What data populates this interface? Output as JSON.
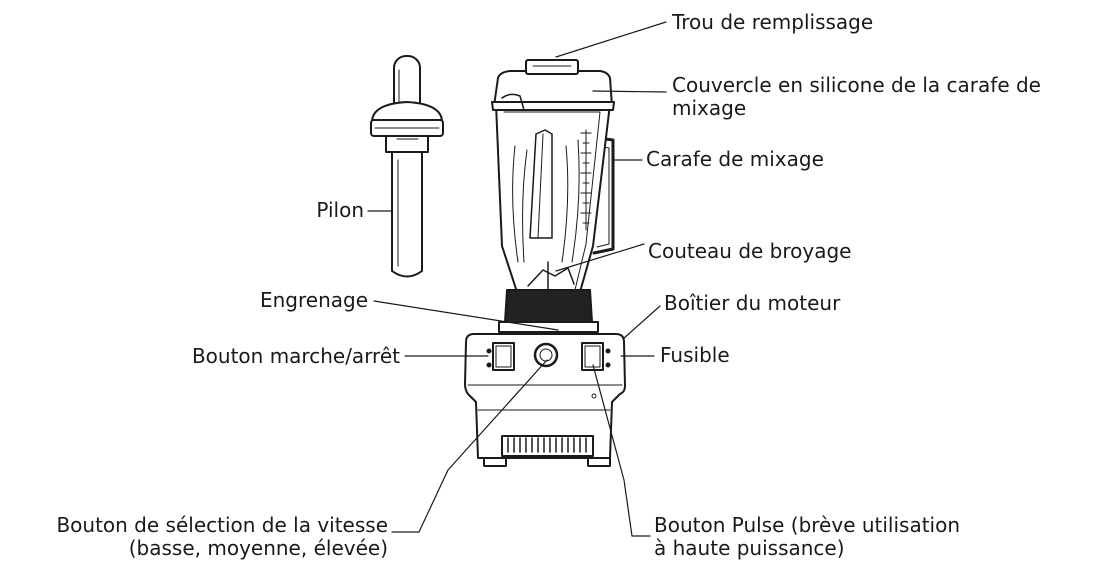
{
  "labels": {
    "fill_hole": "Trou de remplissage",
    "lid_line1": "Couvercle en silicone de la carafe de",
    "lid_line2": "mixage",
    "jar": "Carafe de mixage",
    "blade": "Couteau de broyage",
    "motor": "Boîtier du moteur",
    "fuse": "Fusible",
    "pestle": "Pilon",
    "gear": "Engrenage",
    "power_switch": "Bouton marche/arrêt",
    "speed_line1": "Bouton de sélection de la vitesse",
    "speed_line2": "(basse, moyenne, élevée)",
    "pulse_line1": "Bouton Pulse (brève utilisation",
    "pulse_line2": "à haute puissance)"
  }
}
